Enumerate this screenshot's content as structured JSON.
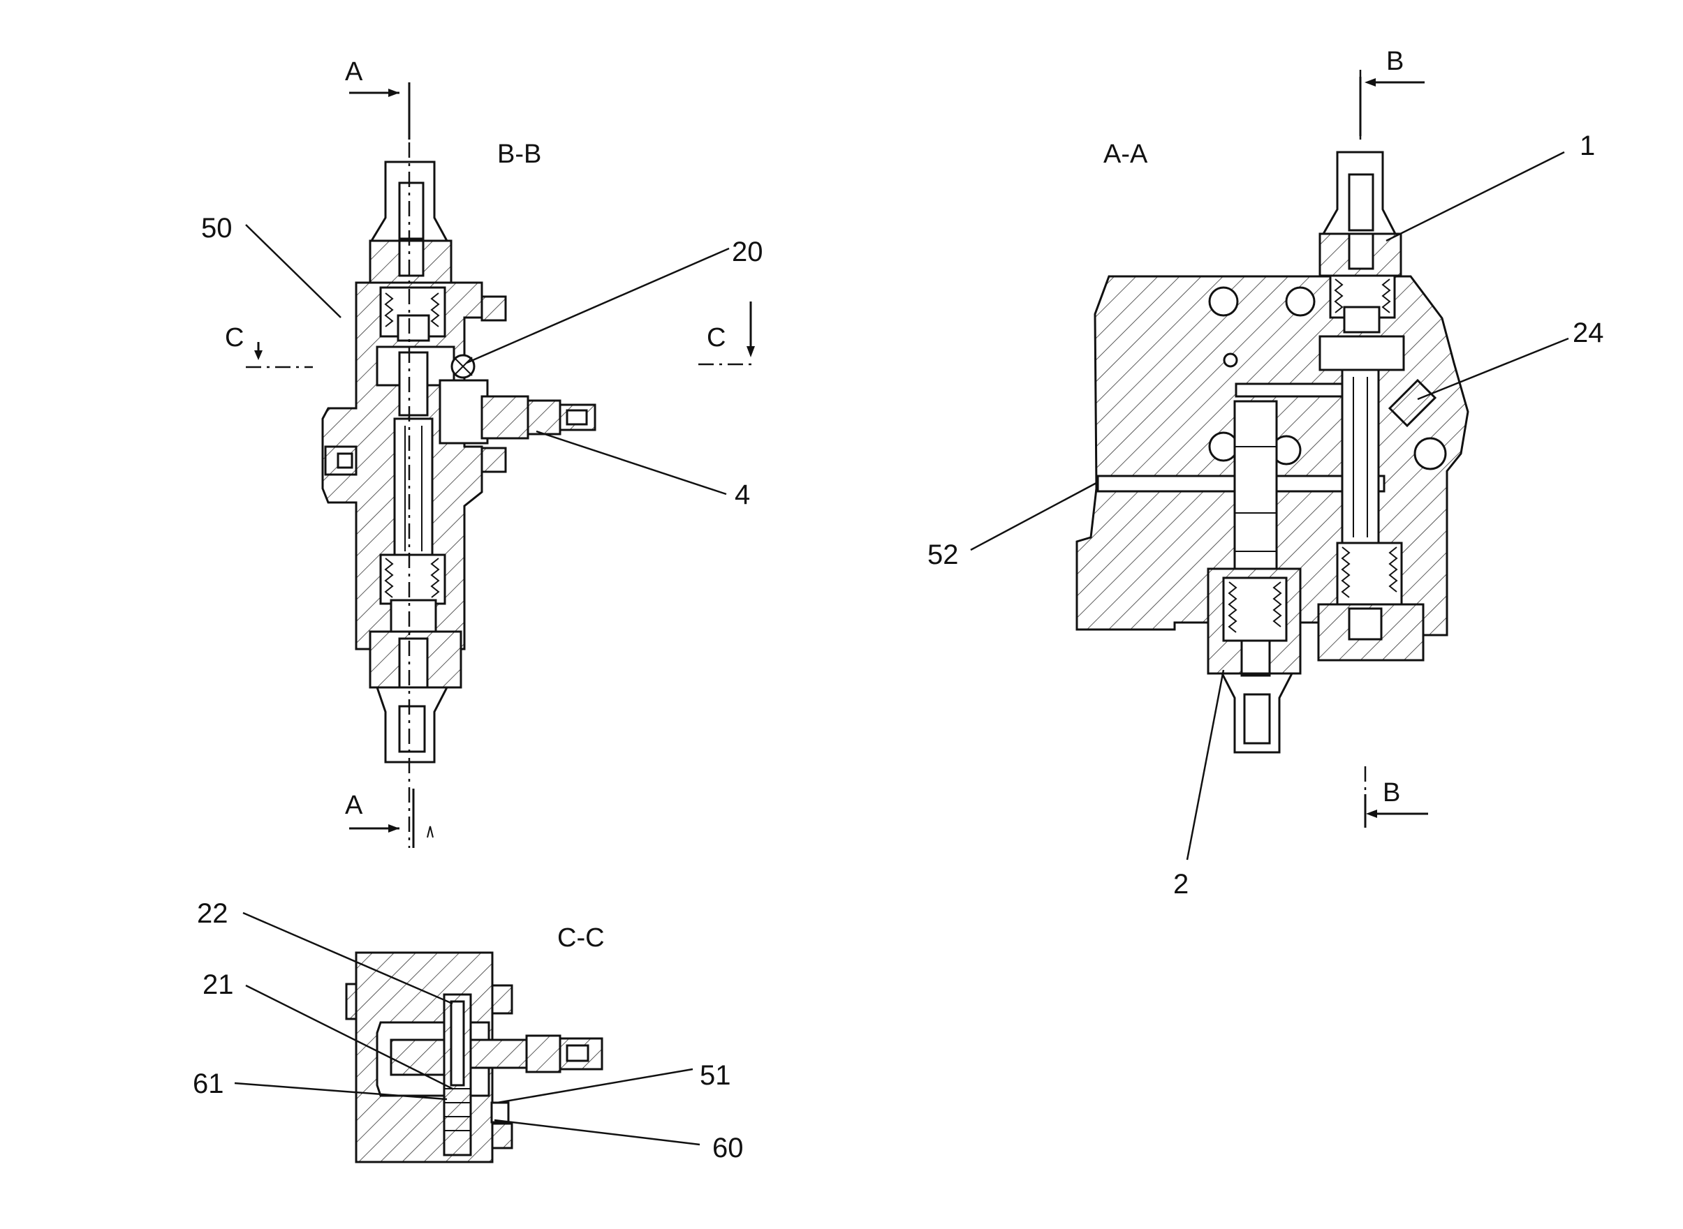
{
  "views": {
    "bb": "B-B",
    "aa": "A-A",
    "cc": "C-C"
  },
  "section_markers": {
    "a_top": "A",
    "a_bottom": "A",
    "c_left": "C",
    "c_right": "C",
    "b_top": "B",
    "b_bottom": "B"
  },
  "callouts": {
    "p50": "50",
    "p20": "20",
    "p4": "4",
    "p1": "1",
    "p24": "24",
    "p52": "52",
    "p2": "2",
    "p22": "22",
    "p21": "21",
    "p61": "61",
    "p51": "51",
    "p60": "60"
  }
}
